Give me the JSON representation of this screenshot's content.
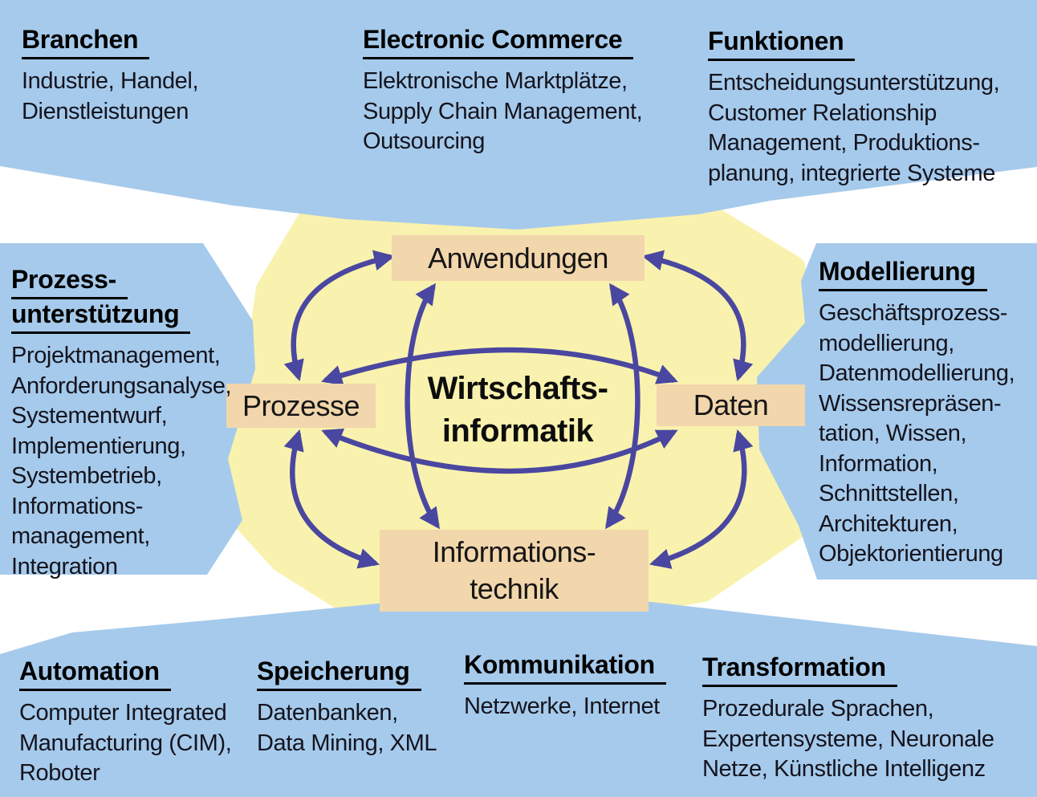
{
  "colors": {
    "panel_blue": "#A6CAEB",
    "blob_yellow": "#F9F2AE",
    "node_peach": "#F2D6AC",
    "arrow_purple": "#4A47A0",
    "text": "#14141e"
  },
  "center": {
    "title_line1": "Wirtschafts-",
    "title_line2": "informatik"
  },
  "nodes": {
    "anwendungen": "Anwendungen",
    "prozesse": "Prozesse",
    "daten": "Daten",
    "informationstechnik_line1": "Informations-",
    "informationstechnik_line2": "technik"
  },
  "panels": {
    "branchen": {
      "title": [
        "Branchen"
      ],
      "lines": [
        "Industrie, Handel,",
        "Dienstleistungen"
      ]
    },
    "electronic_commerce": {
      "title": [
        "Electronic Commerce"
      ],
      "lines": [
        "Elektronische Marktplätze,",
        "Supply Chain Management,",
        "Outsourcing"
      ]
    },
    "funktionen": {
      "title": [
        "Funktionen"
      ],
      "lines": [
        "Entscheidungsunterstützung,",
        "Customer Relationship",
        "Management, Produktions-",
        "planung, integrierte Systeme"
      ]
    },
    "prozessunterstuetzung": {
      "title": [
        "Prozess-",
        "unterstützung"
      ],
      "lines": [
        "Projektmanagement,",
        "Anforderungsanalyse,",
        "Systementwurf,",
        "Implementierung,",
        "Systembetrieb,",
        "Informations-",
        "management,",
        "Integration"
      ]
    },
    "modellierung": {
      "title": [
        "Modellierung"
      ],
      "lines": [
        "Geschäftsprozess-",
        "modellierung,",
        "Datenmodellierung,",
        "Wissensrepräsen-",
        "tation, Wissen,",
        "Information,",
        "Schnittstellen,",
        "Architekturen,",
        "Objektorientierung"
      ]
    },
    "automation": {
      "title": [
        "Automation"
      ],
      "lines": [
        "Computer Integrated",
        "Manufacturing (CIM),",
        "Roboter"
      ]
    },
    "speicherung": {
      "title": [
        "Speicherung"
      ],
      "lines": [
        "Datenbanken,",
        "Data Mining, XML"
      ]
    },
    "kommunikation": {
      "title": [
        "Kommunikation"
      ],
      "lines": [
        "Netzwerke, Internet"
      ]
    },
    "transformation": {
      "title": [
        "Transformation"
      ],
      "lines": [
        "Prozedurale Sprachen,",
        "Expertensysteme, Neuronale",
        "Netze, Künstliche Intelligenz"
      ]
    }
  }
}
